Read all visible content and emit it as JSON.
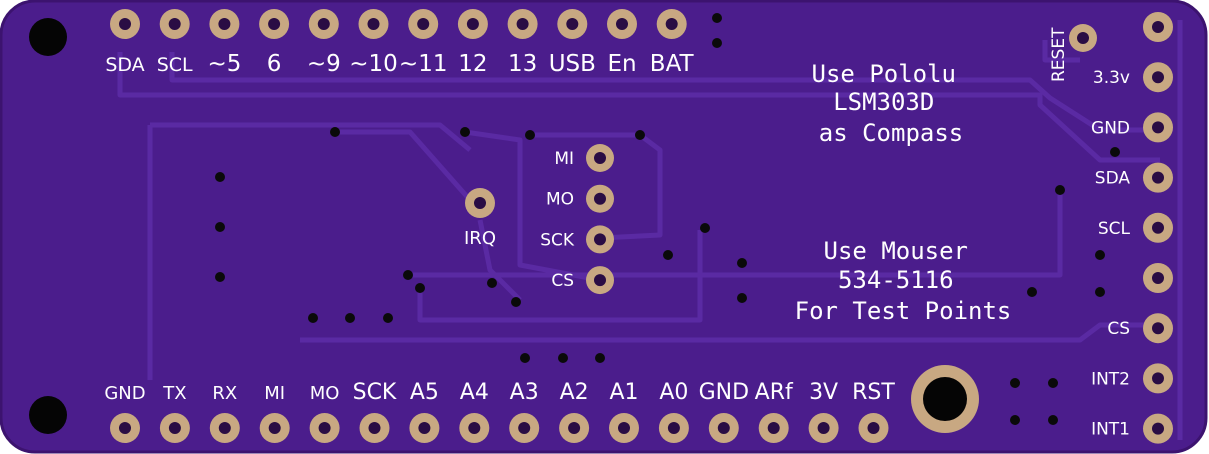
{
  "colors": {
    "board": "#4b1d8c",
    "board_edge": "#3c136f",
    "trace": "#5a2aa3",
    "pad_copper": "#c8a882",
    "pad_hole": "#2a0d44",
    "mount_hole": "#050505",
    "silkscreen": "#ffffff"
  },
  "top_header": {
    "pins": [
      {
        "label": "SDA"
      },
      {
        "label": "SCL"
      },
      {
        "label": "~5"
      },
      {
        "label": "6"
      },
      {
        "label": "~9"
      },
      {
        "label": "~10"
      },
      {
        "label": "~11"
      },
      {
        "label": "12"
      },
      {
        "label": "13"
      },
      {
        "label": "USB"
      },
      {
        "label": "En"
      },
      {
        "label": "BAT"
      }
    ]
  },
  "bottom_header": {
    "pins": [
      {
        "label": "GND"
      },
      {
        "label": "TX"
      },
      {
        "label": "RX"
      },
      {
        "label": "MI"
      },
      {
        "label": "MO"
      },
      {
        "label": "SCK"
      },
      {
        "label": "A5"
      },
      {
        "label": "A4"
      },
      {
        "label": "A3"
      },
      {
        "label": "A2"
      },
      {
        "label": "A1"
      },
      {
        "label": "A0"
      },
      {
        "label": "GND"
      },
      {
        "label": "ARf"
      },
      {
        "label": "3V"
      },
      {
        "label": "RST"
      }
    ]
  },
  "right_header": {
    "pins": [
      {
        "label": ""
      },
      {
        "label": "3.3v"
      },
      {
        "label": "GND"
      },
      {
        "label": "SDA"
      },
      {
        "label": "SCL"
      },
      {
        "label": ""
      },
      {
        "label": "CS"
      },
      {
        "label": "INT2"
      },
      {
        "label": "INT1"
      }
    ]
  },
  "reset_label": "RESET",
  "spi_header": {
    "pins": [
      {
        "label": "MI"
      },
      {
        "label": "MO"
      },
      {
        "label": "SCK"
      },
      {
        "label": "CS"
      }
    ]
  },
  "irq_label": "IRQ",
  "compass_note": [
    "Use Pololu",
    "LSM303D",
    "as Compass"
  ],
  "testpoint_note": [
    "Use Mouser",
    "534-5116",
    "For Test Points"
  ]
}
